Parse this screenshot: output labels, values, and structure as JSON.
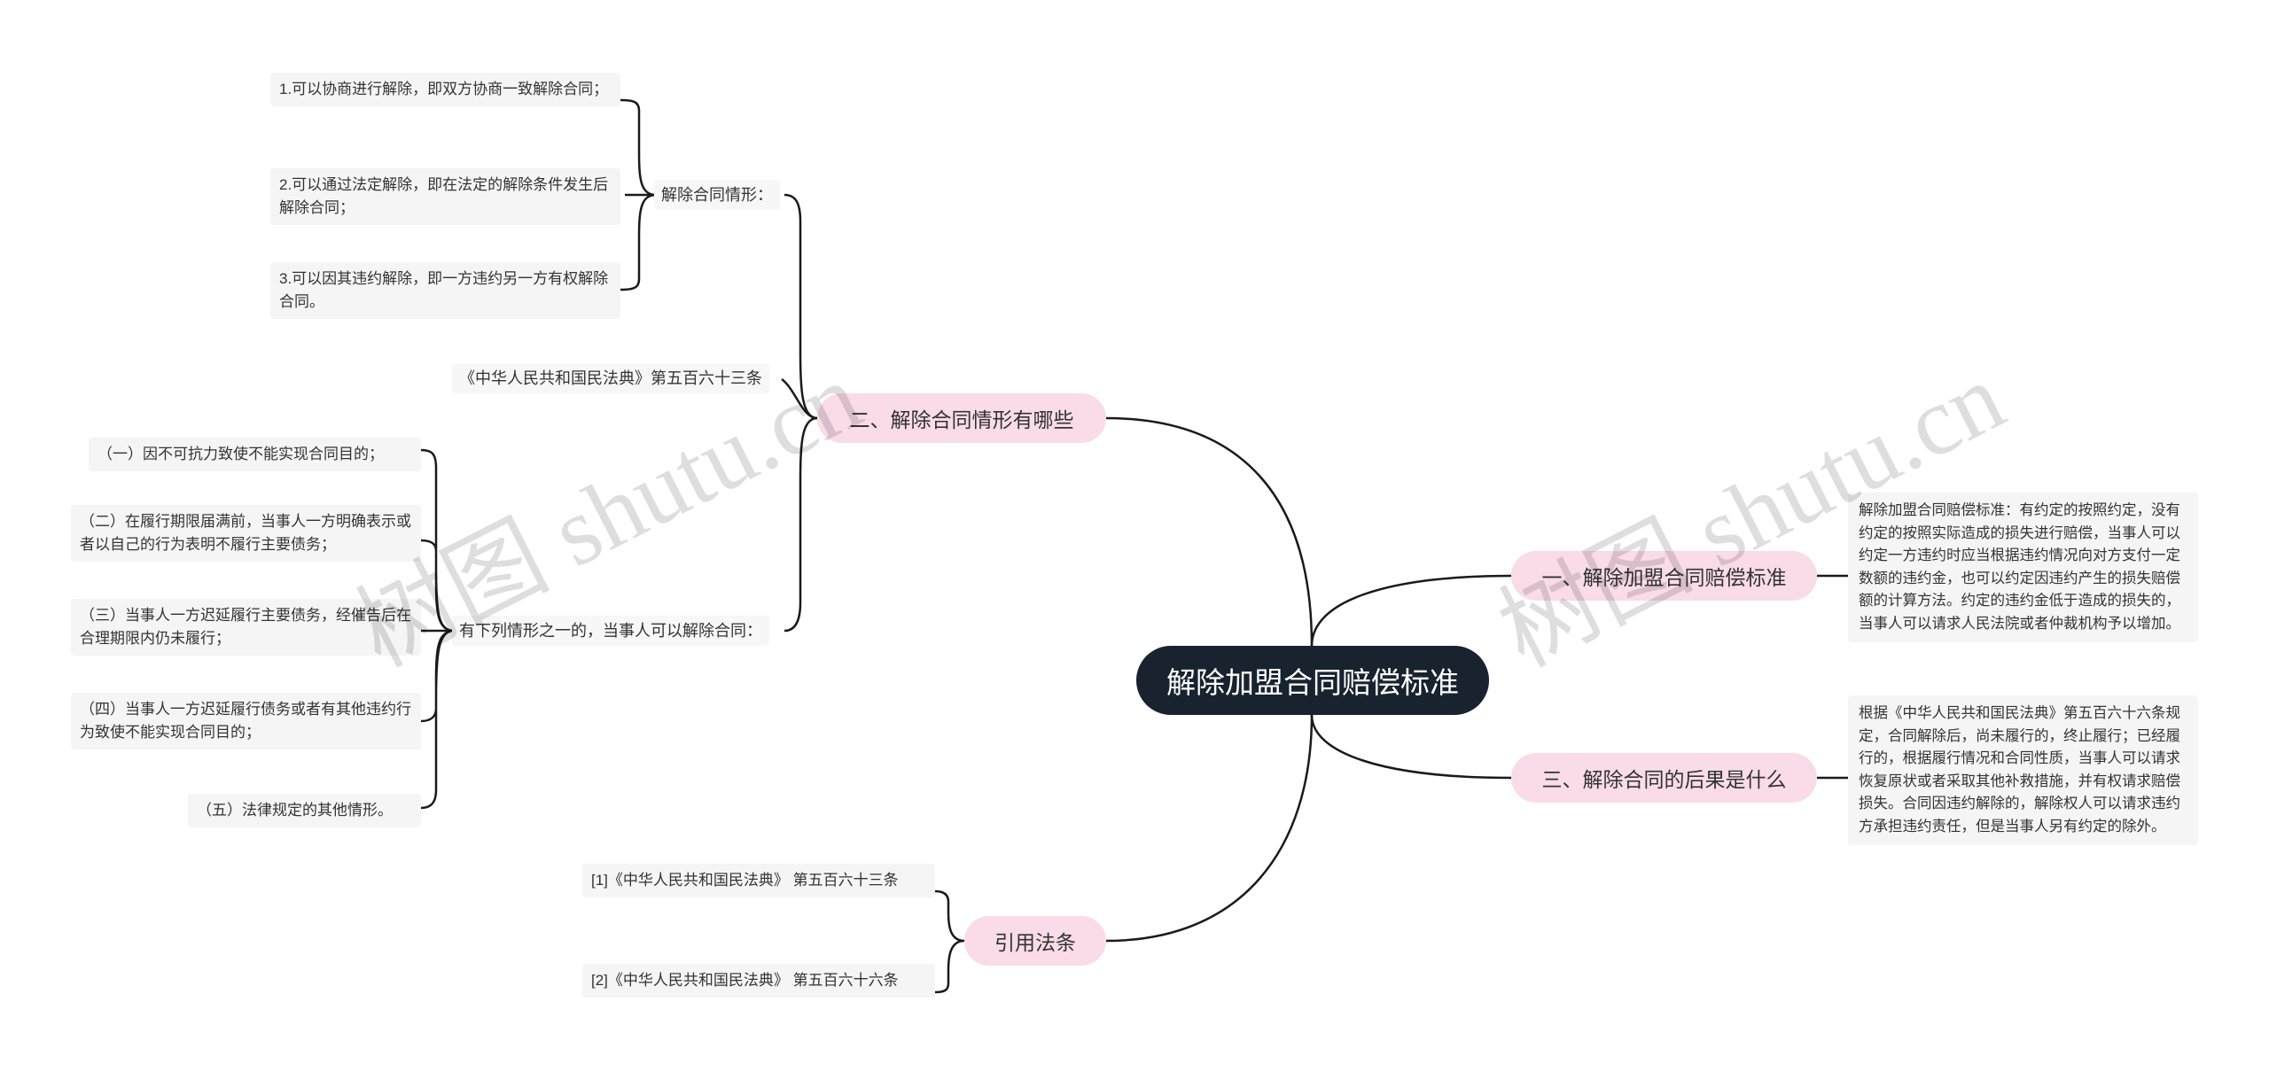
{
  "root": {
    "label": "解除加盟合同赔偿标准"
  },
  "watermarks": [
    "树图 shutu.cn",
    "树图 shutu.cn"
  ],
  "branches": {
    "situations": {
      "label": "二、解除合同情形有哪些",
      "sub1": {
        "label": "解除合同情形：",
        "items": [
          "1.可以协商进行解除，即双方协商一致解除合同；",
          "2.可以通过法定解除，即在法定的解除条件发生后解除合同；",
          "3.可以因其违约解除，即一方违约另一方有权解除合同。"
        ]
      },
      "sub2": {
        "label": "《中华人民共和国民法典》第五百六十三条"
      },
      "sub3": {
        "label": "有下列情形之一的，当事人可以解除合同：",
        "items": [
          "（一）因不可抗力致使不能实现合同目的；",
          "（二）在履行期限届满前，当事人一方明确表示或者以自己的行为表明不履行主要债务；",
          "（三）当事人一方迟延履行主要债务，经催告后在合理期限内仍未履行；",
          "（四）当事人一方迟延履行债务或者有其他违约行为致使不能实现合同目的；",
          "（五）法律规定的其他情形。"
        ]
      }
    },
    "citations": {
      "label": "引用法条",
      "items": [
        "[1]《中华人民共和国民法典》 第五百六十三条",
        "[2]《中华人民共和国民法典》 第五百六十六条"
      ]
    },
    "standard": {
      "label": "一、解除加盟合同赔偿标准",
      "detail": "解除加盟合同赔偿标准：有约定的按照约定，没有约定的按照实际造成的损失进行赔偿，当事人可以约定一方违约时应当根据违约情况向对方支付一定数额的违约金，也可以约定因违约产生的损失赔偿额的计算方法。约定的违约金低于造成的损失的，当事人可以请求人民法院或者仲裁机构予以增加。"
    },
    "consequence": {
      "label": "三、解除合同的后果是什么",
      "detail": "根据《中华人民共和国民法典》第五百六十六条规定，合同解除后，尚未履行的，终止履行；已经履行的，根据履行情况和合同性质，当事人可以请求恢复原状或者采取其他补救措施，并有权请求赔偿损失。合同因违约解除的，解除权人可以请求违约方承担违约责任，但是当事人另有约定的除外。"
    }
  },
  "colors": {
    "root_bg": "#18232f",
    "branch_bg": "#f9dbe9",
    "leaf_bg": "#f5f5f5",
    "line": "#1a1a1a"
  }
}
